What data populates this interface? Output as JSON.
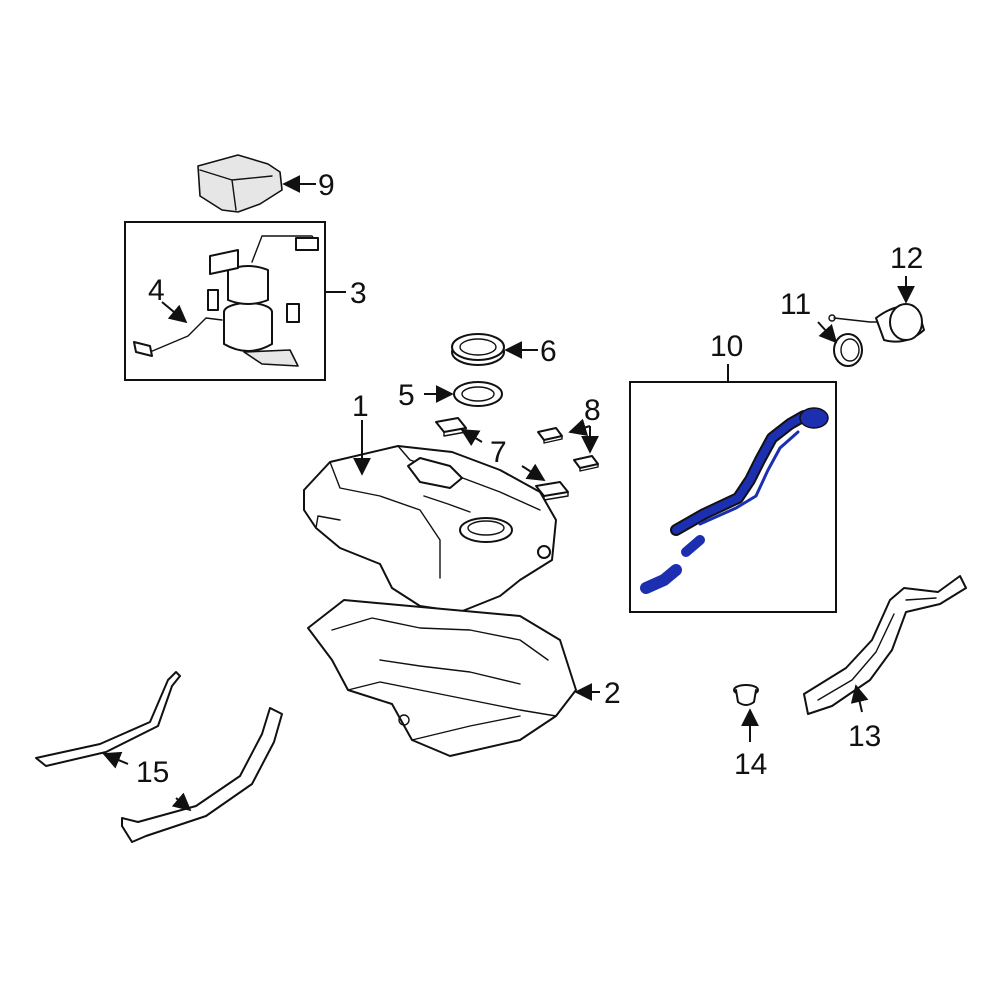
{
  "diagram": {
    "highlight_color": "#1b2fb0",
    "line_color": "#111111",
    "background": "#ffffff",
    "highlighted_part": "10",
    "callouts": {
      "c1": "1",
      "c2": "2",
      "c3": "3",
      "c4": "4",
      "c5": "5",
      "c6": "6",
      "c7": "7",
      "c8": "8",
      "c9": "9",
      "c10": "10",
      "c11": "11",
      "c12": "12",
      "c13": "13",
      "c14": "14",
      "c15": "15"
    }
  }
}
